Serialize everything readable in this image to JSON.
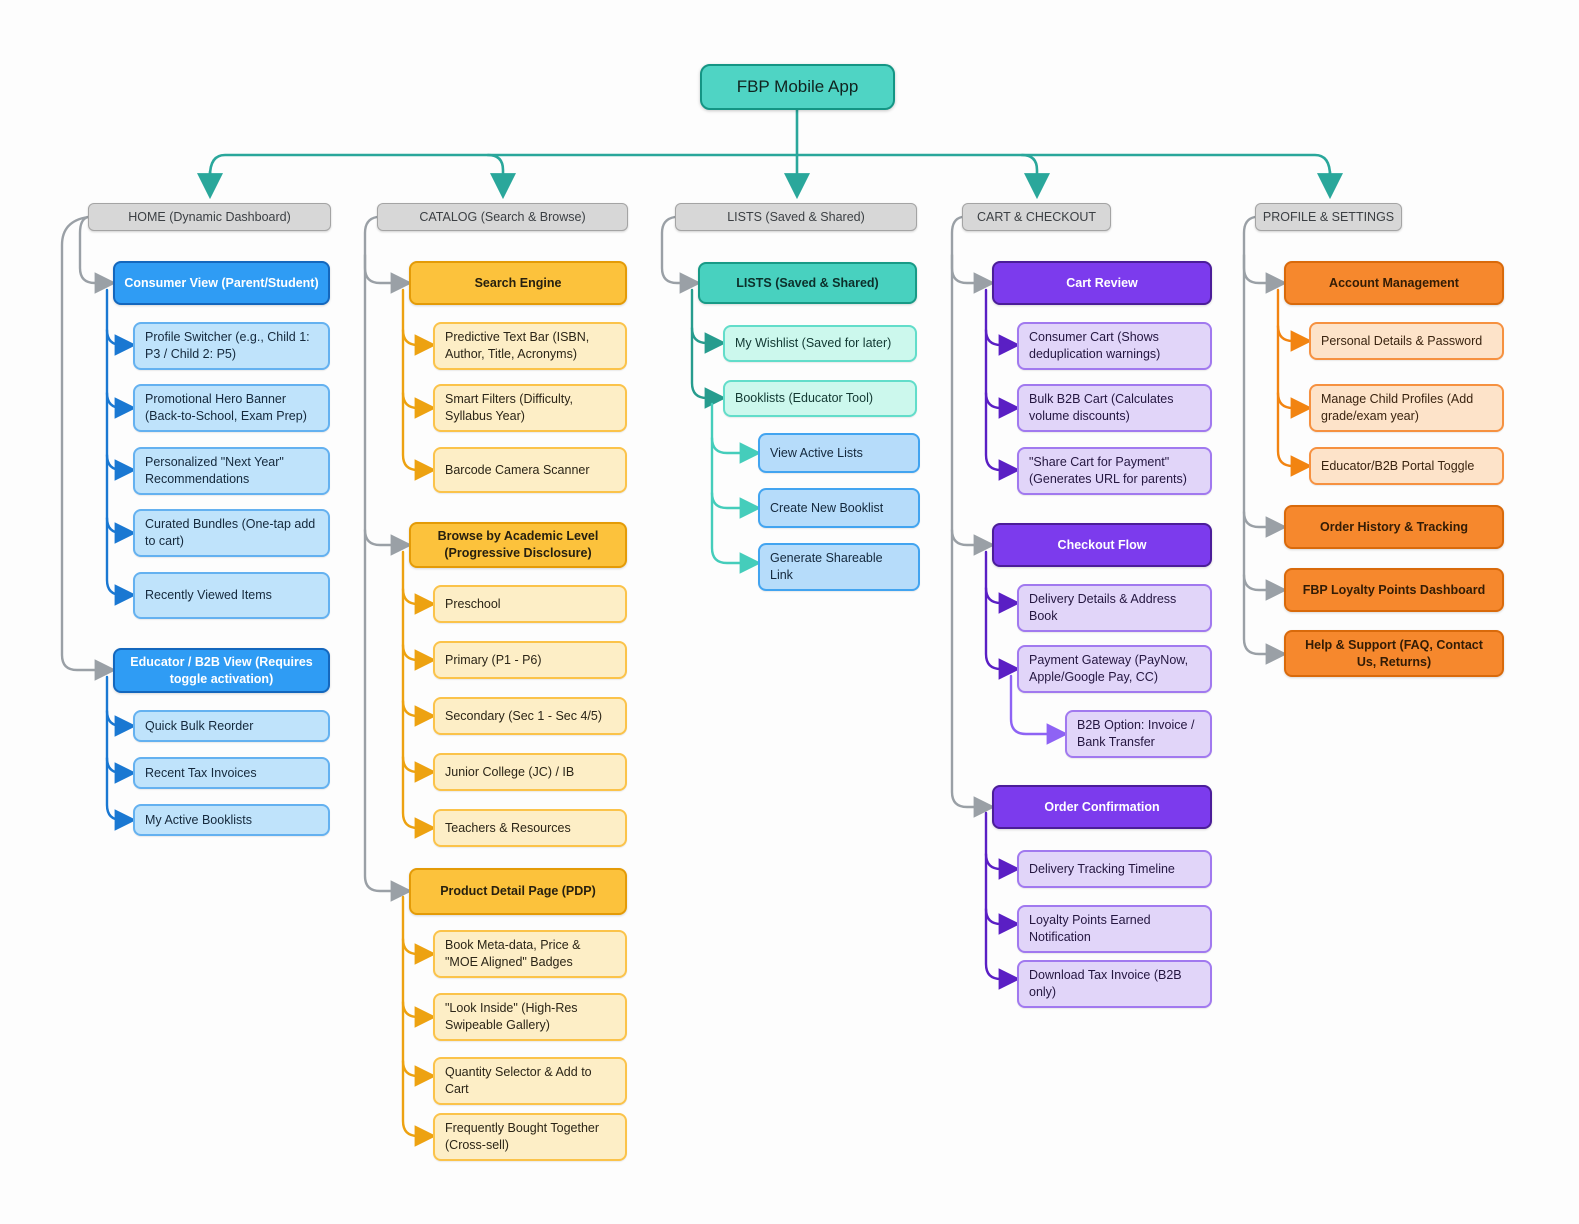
{
  "root": {
    "label": "FBP Mobile App"
  },
  "colors": {
    "root_fill": "#4fd4c4",
    "tree_line": "#2aa79b",
    "header_fill": "#d7d7d7",
    "blue_bold": "#2f9cf4",
    "blue_light": "#bfe3fb",
    "blue_line": "#1a78d2",
    "amber_bold": "#fcc23c",
    "amber_light": "#fdeec6",
    "amber_line": "#eda211",
    "teal_bold": "#48d1bf",
    "mint_light": "#ccf8ed",
    "teal_line_dark": "#279c8e",
    "teal_line_light": "#45cdbb",
    "purple_bold": "#7c3bed",
    "purple_light": "#e1d5f9",
    "purple_line": "#5a1fc4",
    "purple_line_light": "#8e63f4",
    "orange_bold": "#f6882d",
    "orange_light": "#fde3c9",
    "orange_line": "#f28411",
    "gray_line": "#9aa0a6"
  },
  "home": {
    "header": "HOME (Dynamic Dashboard)",
    "consumer": {
      "label": "Consumer View (Parent/Student)",
      "children": [
        "Profile Switcher (e.g., Child 1: P3 / Child 2: P5)",
        "Promotional Hero Banner (Back-to-School, Exam Prep)",
        "Personalized \"Next Year\" Recommendations",
        "Curated Bundles (One-tap add to cart)",
        "Recently Viewed Items"
      ]
    },
    "educator": {
      "label": "Educator / B2B View (Requires toggle activation)",
      "children": [
        "Quick Bulk Reorder",
        "Recent Tax Invoices",
        "My Active Booklists"
      ]
    }
  },
  "catalog": {
    "header": "CATALOG (Search & Browse)",
    "search": {
      "label": "Search Engine",
      "children": [
        "Predictive Text Bar (ISBN, Author, Title, Acronyms)",
        "Smart Filters (Difficulty, Syllabus Year)",
        "Barcode Camera Scanner"
      ]
    },
    "browse": {
      "label": "Browse by Academic Level (Progressive Disclosure)",
      "children": [
        "Preschool",
        "Primary (P1 - P6)",
        "Secondary (Sec 1 - Sec 4/5)",
        "Junior College (JC) / IB",
        "Teachers & Resources"
      ]
    },
    "pdp": {
      "label": "Product Detail Page (PDP)",
      "children": [
        "Book Meta-data, Price & \"MOE Aligned\" Badges",
        "\"Look Inside\" (High-Res Swipeable Gallery)",
        "Quantity Selector & Add to Cart",
        "Frequently Bought Together (Cross-sell)"
      ]
    }
  },
  "lists": {
    "header": "LISTS (Saved & Shared)",
    "main": {
      "label": "LISTS (Saved & Shared)",
      "children": [
        "My Wishlist (Saved for later)",
        "Booklists (Educator Tool)"
      ],
      "booklist_children": [
        "View Active Lists",
        "Create New Booklist",
        "Generate Shareable Link"
      ]
    }
  },
  "cart": {
    "header": "CART & CHECKOUT",
    "review": {
      "label": "Cart Review",
      "children": [
        "Consumer Cart (Shows deduplication warnings)",
        "Bulk B2B Cart (Calculates volume discounts)",
        "\"Share Cart for Payment\" (Generates URL for parents)"
      ]
    },
    "checkout": {
      "label": "Checkout Flow",
      "children": [
        "Delivery Details & Address Book",
        "Payment Gateway (PayNow, Apple/Google Pay, CC)"
      ],
      "payment_children": [
        "B2B Option: Invoice / Bank Transfer"
      ]
    },
    "confirmation": {
      "label": "Order Confirmation",
      "children": [
        "Delivery Tracking Timeline",
        "Loyalty Points Earned Notification",
        "Download Tax Invoice (B2B only)"
      ]
    }
  },
  "profile": {
    "header": "PROFILE & SETTINGS",
    "account": {
      "label": "Account Management",
      "children": [
        "Personal Details & Password",
        "Manage Child Profiles (Add grade/exam year)",
        "Educator/B2B Portal Toggle"
      ]
    },
    "standalone": [
      "Order History & Tracking",
      "FBP Loyalty Points Dashboard",
      "Help & Support (FAQ, Contact Us, Returns)"
    ]
  }
}
